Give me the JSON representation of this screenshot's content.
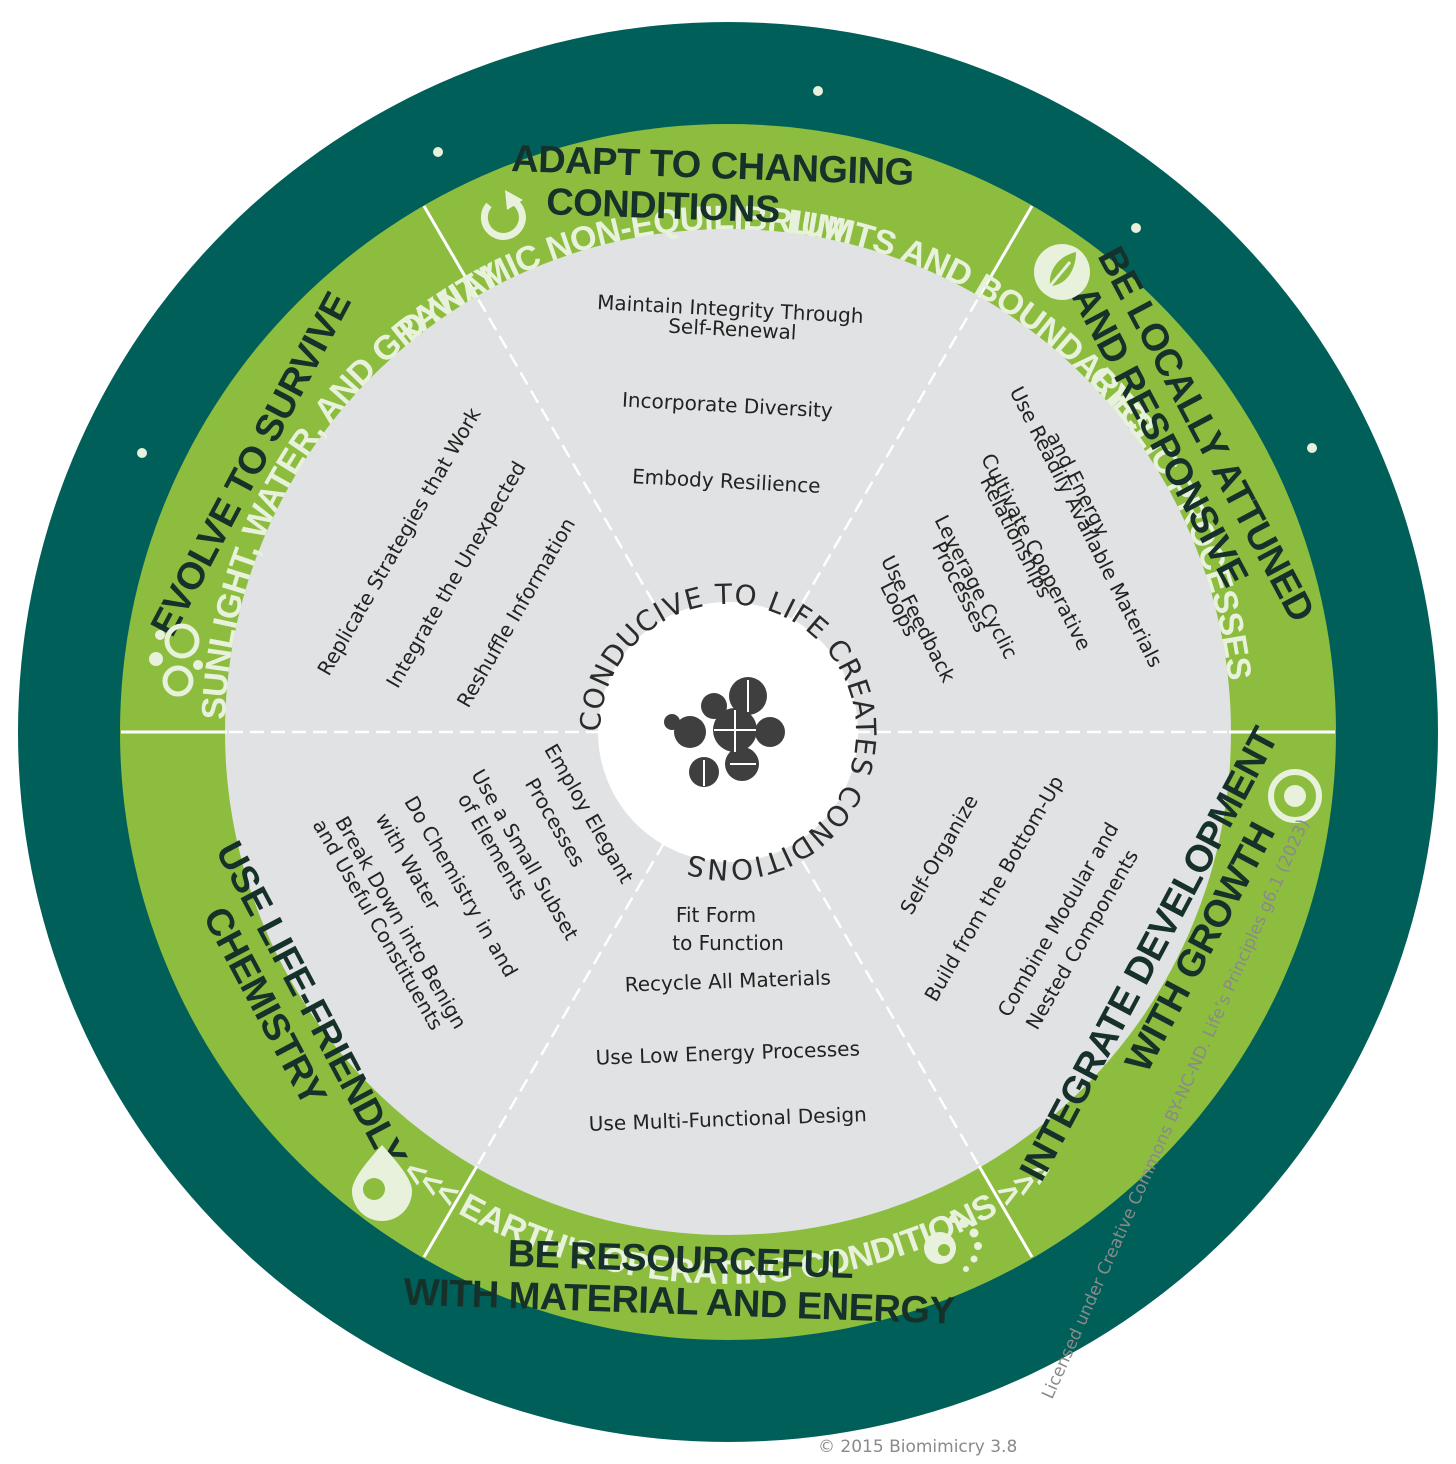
{
  "operating_conditions": {
    "sunlight": "SUNLIGHT, WATER, AND GRAVITY",
    "dynamic": "DYNAMIC NON-EQUILIBRIUM",
    "limits": "LIMITS AND BOUNDARIES",
    "cyclic": "CYCLIC PROCESSES",
    "earth": "<<<  EARTH'S OPERATING  CONDITIONS  >>>"
  },
  "center": {
    "ring_text": "CONDUCIVE TO LIFE CREATES CONDITIONS"
  },
  "categories": {
    "adapt": {
      "line1": "ADAPT TO CHANGING",
      "line2": "CONDITIONS",
      "icon": "cycle-arrow-icon"
    },
    "local": {
      "line1": "BE LOCALLY ATTUNED",
      "line2": "AND RESPONSIVE",
      "icon": "leaf-icon"
    },
    "integrate": {
      "line1": "INTEGRATE DEVELOPMENT",
      "line2": "WITH GROWTH",
      "icon": "target-icon"
    },
    "resource": {
      "line1": "BE RESOURCEFUL",
      "line2": "WITH MATERIAL AND ENERGY",
      "icon": "dots-spiral-icon"
    },
    "chemistry": {
      "line1": "USE LIFE-FRIENDLY",
      "line2": "CHEMISTRY",
      "icon": "droplet-icon"
    },
    "evolve": {
      "line1": "EVOLVE TO SURVIVE",
      "icon": "bubbles-icon"
    }
  },
  "strategies": {
    "adapt": [
      "Maintain Integrity Through",
      "Self-Renewal",
      "Incorporate Diversity",
      "Embody Resilience"
    ],
    "local": [
      "Use Readily Available Materials",
      "and Energy",
      "Cultivate Cooperative",
      "Relationships",
      "Leverage Cyclic",
      "Processes",
      "Use Feedback",
      "Loops"
    ],
    "integrate": [
      "Self-Organize",
      "Build from the Bottom-Up",
      "Combine Modular and",
      "Nested Components"
    ],
    "resource": [
      "Fit Form",
      "to Function",
      "Recycle All Materials",
      "Use Low Energy Processes",
      "Use Multi-Functional Design"
    ],
    "chemistry": [
      "Employ Elegant",
      "Processes",
      "Use a Small Subset",
      "of Elements",
      "Do Chemistry in and",
      "with Water",
      "Break Down into Benign",
      "and Useful Constituents"
    ],
    "evolve": [
      "Replicate Strategies that Work",
      "Integrate the Unexpected",
      "Reshuffle Information"
    ]
  },
  "copyright": {
    "line1": "© 2015 Biomimicry 3.8",
    "line2": "Licensed under Creative Commons BY-NC-ND. Life’s Principles g6.1 (2023)"
  },
  "colors": {
    "dark_teal": "#005f59",
    "green": "#8cbd3f",
    "light_gray": "#e1e2e3",
    "icon_light": "#e8f1dc"
  }
}
